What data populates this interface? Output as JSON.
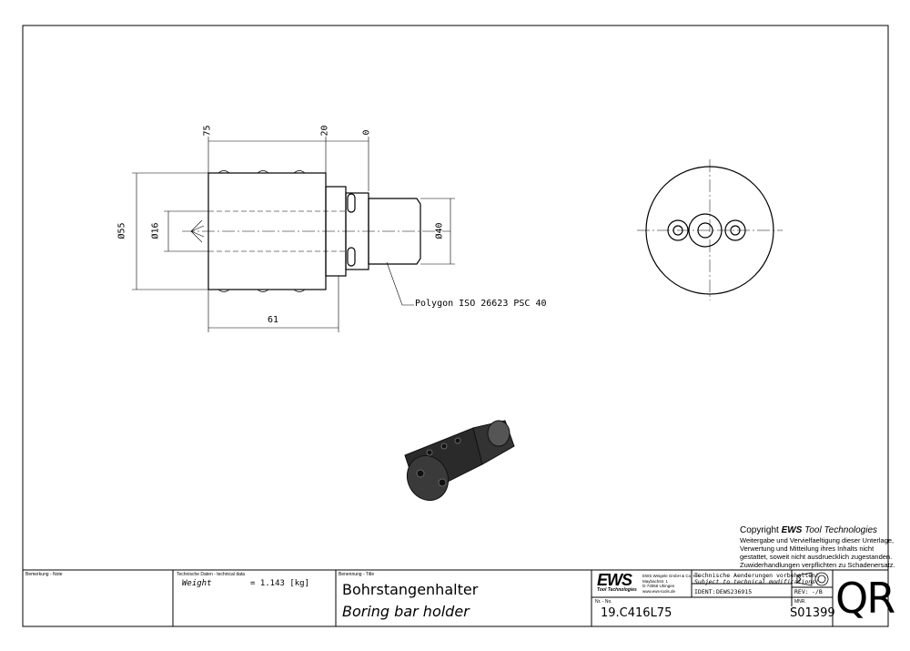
{
  "dimensions": {
    "d75": "75",
    "d20": "20",
    "d0": "0",
    "dia55": "Ø55",
    "dia16": "Ø16",
    "dia40": "Ø40",
    "len61": "61",
    "polygon": "Polygon ISO 26623 PSC 40"
  },
  "copyright": {
    "title_prefix": "Copyright ",
    "brand": "EWS",
    "title_suffix": " Tool Technologies",
    "lines": [
      "Weitergabe und Vervielfaeltigung dieser Unterlage,",
      "Verwertung und Mitteilung ihres Inhalts nicht",
      "gestattet, soweit nicht ausdruecklich zugestanden.",
      "Zuwiderhandlungen verpflichten zu Schadenersatz."
    ]
  },
  "titleblock": {
    "note_label": "Bemerkung - Note",
    "tech_label": "Technische Daten - technical data",
    "weight_label": "Weight",
    "weight_value": "= 1.143 [kg]",
    "title_label": "Benennung - Title",
    "title_de": "Bohrstangenhalter",
    "title_en": "Boring bar holder",
    "logo": "EWS",
    "logo_sub": "Tool Technologies",
    "address": [
      "EWS Weigele GmbH & Co. KG",
      "Maybachstr. 1",
      "D-73066 Uhingen",
      "www.ews-tools.de"
    ],
    "changes_de": "Technische Aenderungen vorbehalten!",
    "changes_en": "Subject to technical modifications!",
    "ident_label": "IDENT:",
    "ident_value": "DEWS236915",
    "rev_label": "REV:",
    "rev_value": "-/B",
    "nr_label": "Nr. - No.",
    "nr_value": "19.C416L75",
    "mnr_label": "MNR.",
    "mnr_value": "S01399",
    "qr": "QR"
  }
}
